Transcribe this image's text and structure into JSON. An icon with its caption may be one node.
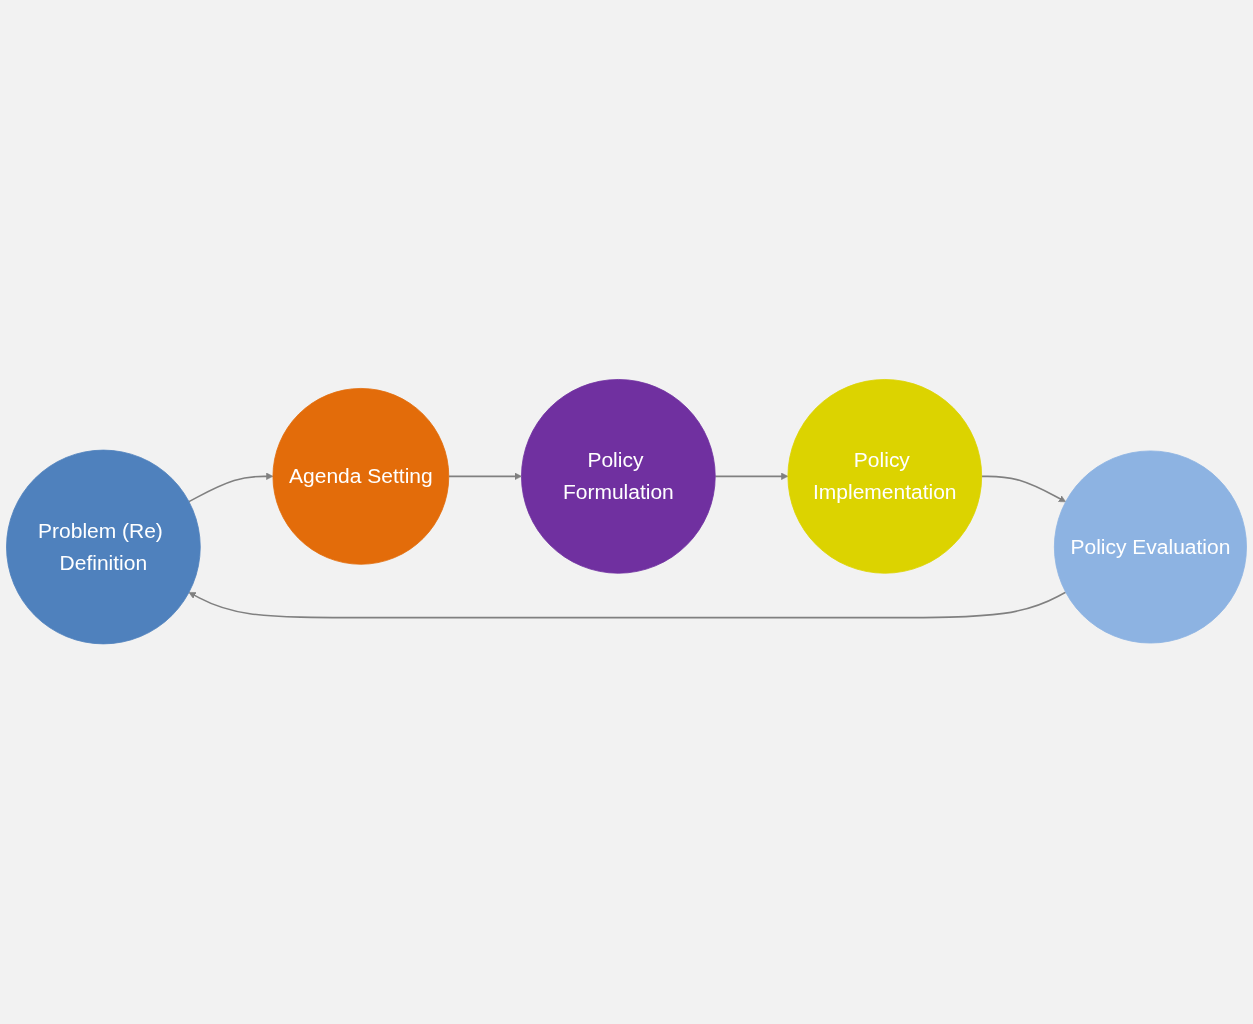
{
  "diagram": {
    "nodes": [
      {
        "text": [
          "Problem (Re) Definition"
        ]
      },
      {
        "text": [
          "Agenda Setting"
        ]
      },
      {
        "text": [
          "Policy Formulation"
        ]
      },
      {
        "text": [
          "Policy Implementation"
        ]
      },
      {
        "text": [
          "Policy Evaluation"
        ]
      }
    ],
    "edges": [
      {
        "from": 0,
        "to": 1,
        "arrow": "to"
      },
      {
        "from": 1,
        "to": 2,
        "arrow": "to"
      },
      {
        "from": 2,
        "to": 3,
        "arrow": "to"
      },
      {
        "from": 3,
        "to": 4,
        "arrow": "to"
      },
      {
        "from": 4,
        "to": 0,
        "arrow": "to"
      }
    ]
  }
}
